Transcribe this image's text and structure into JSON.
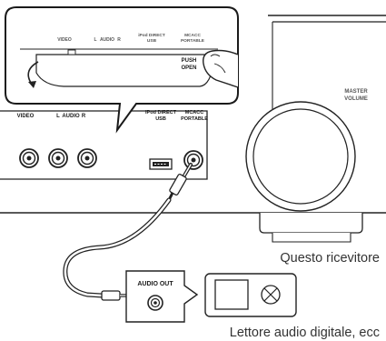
{
  "callout": {
    "video": "VIDEO",
    "audio_l": "L",
    "audio": "AUDIO",
    "audio_r": "R",
    "ipod_line1": "iPod DIRECT",
    "ipod_line2": "USB",
    "mcacc_line1": "MCACC",
    "mcacc_line2": "PORTABLE",
    "push": "PUSH",
    "open": "OPEN"
  },
  "panel": {
    "video": "VIDEO",
    "audio_l": "L",
    "audio": "AUDIO",
    "audio_r": "R",
    "ipod_line1": "iPod DIRECT",
    "ipod_line2": "USB",
    "mcacc_line1": "MCACC",
    "mcacc_line2": "PORTABLE",
    "master_line1": "MASTER",
    "master_line2": "VOLUME"
  },
  "player": {
    "port_label": "AUDIO OUT"
  },
  "captions": {
    "receiver": "Questo ricevitore",
    "player": "Lettore audio digitale, ecc"
  }
}
